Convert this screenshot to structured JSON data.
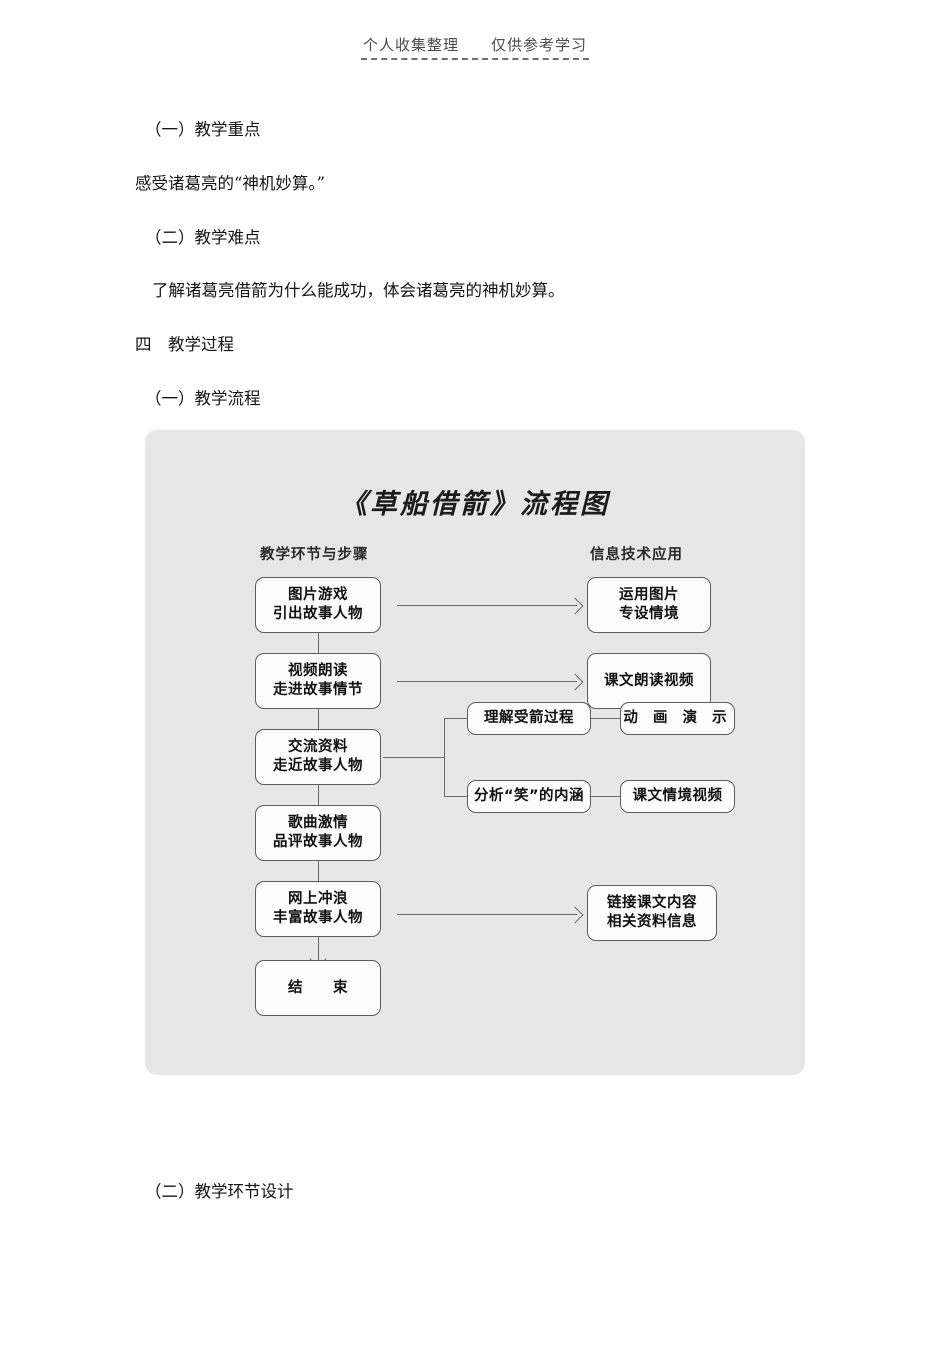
{
  "header": {
    "watermark": "个人收集整理　　仅供参考学习"
  },
  "document": {
    "paragraphs": [
      {
        "text": "（一）教学重点",
        "indent": 1
      },
      {
        "text": "感受诸葛亮的“神机妙算。”",
        "indent": 0
      },
      {
        "text": "（二）教学难点",
        "indent": 1
      },
      {
        "text": "了解诸葛亮借箭为什么能成功，体会诸葛亮的神机妙算。",
        "indent": 2
      },
      {
        "text": "四　教学过程",
        "indent": 0
      },
      {
        "text": "（一）教学流程",
        "indent": 1
      }
    ],
    "footer_paragraph": "（二）教学环节设计"
  },
  "flowchart": {
    "title": "《草船借箭》流程图",
    "column_headers": {
      "left": "教学环节与步骤",
      "right": "信息技术应用"
    },
    "panel_color": "#e7e7e7",
    "node_border_color": "#5d5d5d",
    "connector_color": "#6a6a6a",
    "steps": [
      {
        "line1": "图片游戏",
        "line2": "引出故事人物",
        "tech_line1": "运用图片",
        "tech_line2": "专设情境"
      },
      {
        "line1": "视频朗读",
        "line2": "走进故事情节",
        "tech_line1": "课文朗读视频",
        "tech_line2": ""
      },
      {
        "line1": "交流资料",
        "line2": "走近故事人物",
        "branches": [
          {
            "label": "理解受箭过程",
            "tech": "动 画 演 示"
          },
          {
            "label": "分析“笑”的内涵",
            "tech": "课文情境视频"
          }
        ]
      },
      {
        "line1": "歌曲激情",
        "line2": "品评故事人物",
        "tech_line1": "",
        "tech_line2": ""
      },
      {
        "line1": "网上冲浪",
        "line2": "丰富故事人物",
        "tech_line1": "链接课文内容",
        "tech_line2": "相关资料信息"
      }
    ],
    "end_node": "结　　束"
  }
}
